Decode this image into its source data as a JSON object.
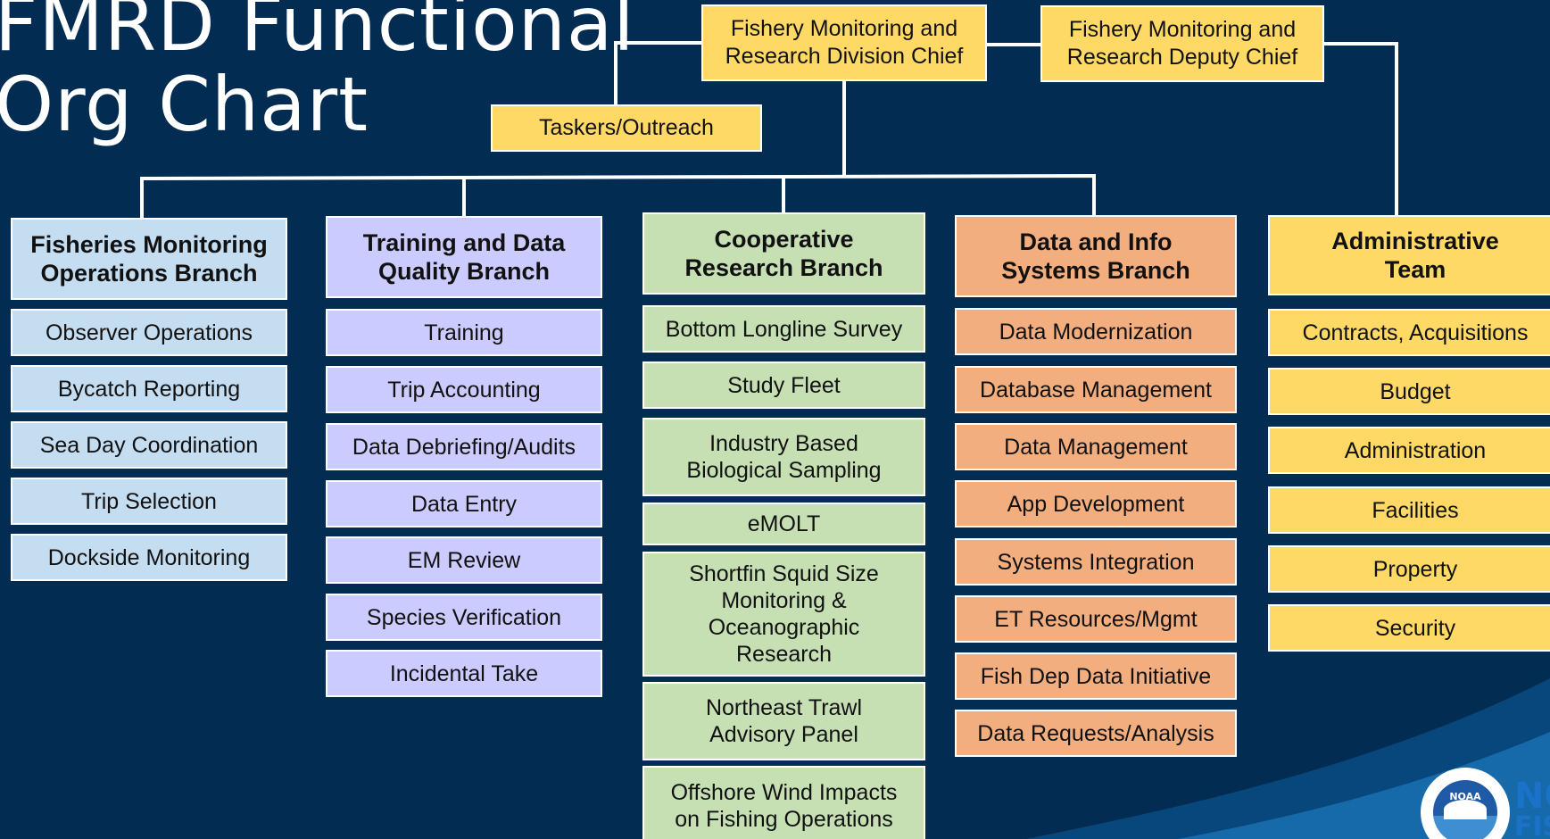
{
  "title": "FMRD Functional\nOrg Chart",
  "top": {
    "chief": "Fishery Monitoring and\nResearch Division Chief",
    "deputy": "Fishery Monitoring and\nResearch Deputy Chief",
    "taskers": "Taskers/Outreach"
  },
  "columns": [
    {
      "header": "Fisheries Monitoring\nOperations Branch",
      "color": "#c5ddf1",
      "items": [
        "Observer Operations",
        "Bycatch Reporting",
        "Sea Day Coordination",
        "Trip Selection",
        "Dockside Monitoring"
      ]
    },
    {
      "header": "Training and Data\nQuality Branch",
      "color": "#cbcbff",
      "items": [
        "Training",
        "Trip Accounting",
        "Data Debriefing/Audits",
        "Data Entry",
        "EM Review",
        "Species Verification",
        "Incidental Take"
      ]
    },
    {
      "header": "Cooperative\nResearch Branch",
      "color": "#c6e0b4",
      "items": [
        "Bottom Longline Survey",
        "Study Fleet",
        "Industry Based\nBiological Sampling",
        "eMOLT",
        "Shortfin Squid Size\nMonitoring &\nOceanographic\nResearch",
        "Northeast Trawl\nAdvisory Panel",
        "Offshore Wind Impacts\non Fishing Operations"
      ]
    },
    {
      "header": "Data and Info\nSystems Branch",
      "color": "#f3ae7f",
      "items": [
        "Data Modernization",
        "Database Management",
        "Data Management",
        "App Development",
        "Systems Integration",
        "ET Resources/Mgmt",
        "Fish Dep Data Initiative",
        "Data Requests/Analysis"
      ]
    },
    {
      "header": "Administrative\nTeam",
      "color": "#ffd966",
      "items": [
        "Contracts, Acquisitions",
        "Budget",
        "Administration",
        "Facilities",
        "Property",
        "Security"
      ]
    }
  ],
  "logo": {
    "seal_text": "NOAA",
    "brand_line1": "NOAA",
    "brand_line2": "FISHERIES"
  }
}
